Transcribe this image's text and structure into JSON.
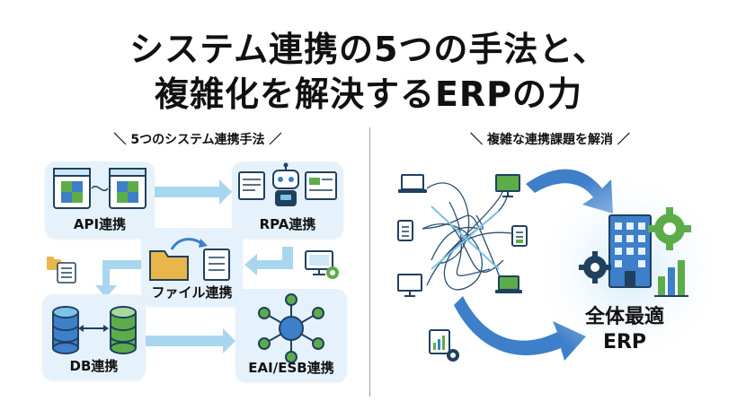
{
  "title": {
    "line1": "システム連携の5つの手法と、",
    "line2": "複雑化を解決するERPの力"
  },
  "left_section": {
    "heading": "5つのシステム連携手法"
  },
  "right_section": {
    "heading": "複雑な連携課題を解消"
  },
  "methods": {
    "api": "API連携",
    "rpa": "RPA連携",
    "file": "ファイル連携",
    "db": "DB連携",
    "eai": "EAI/ESB連携"
  },
  "erp": {
    "line1": "全体最適",
    "line2": "ERP"
  },
  "colors": {
    "card_bg": "#e6f2fb",
    "arrow": "#a9d6ef",
    "accent_blue": "#3d7fc9",
    "green": "#5cad4a",
    "navy": "#20405f"
  }
}
